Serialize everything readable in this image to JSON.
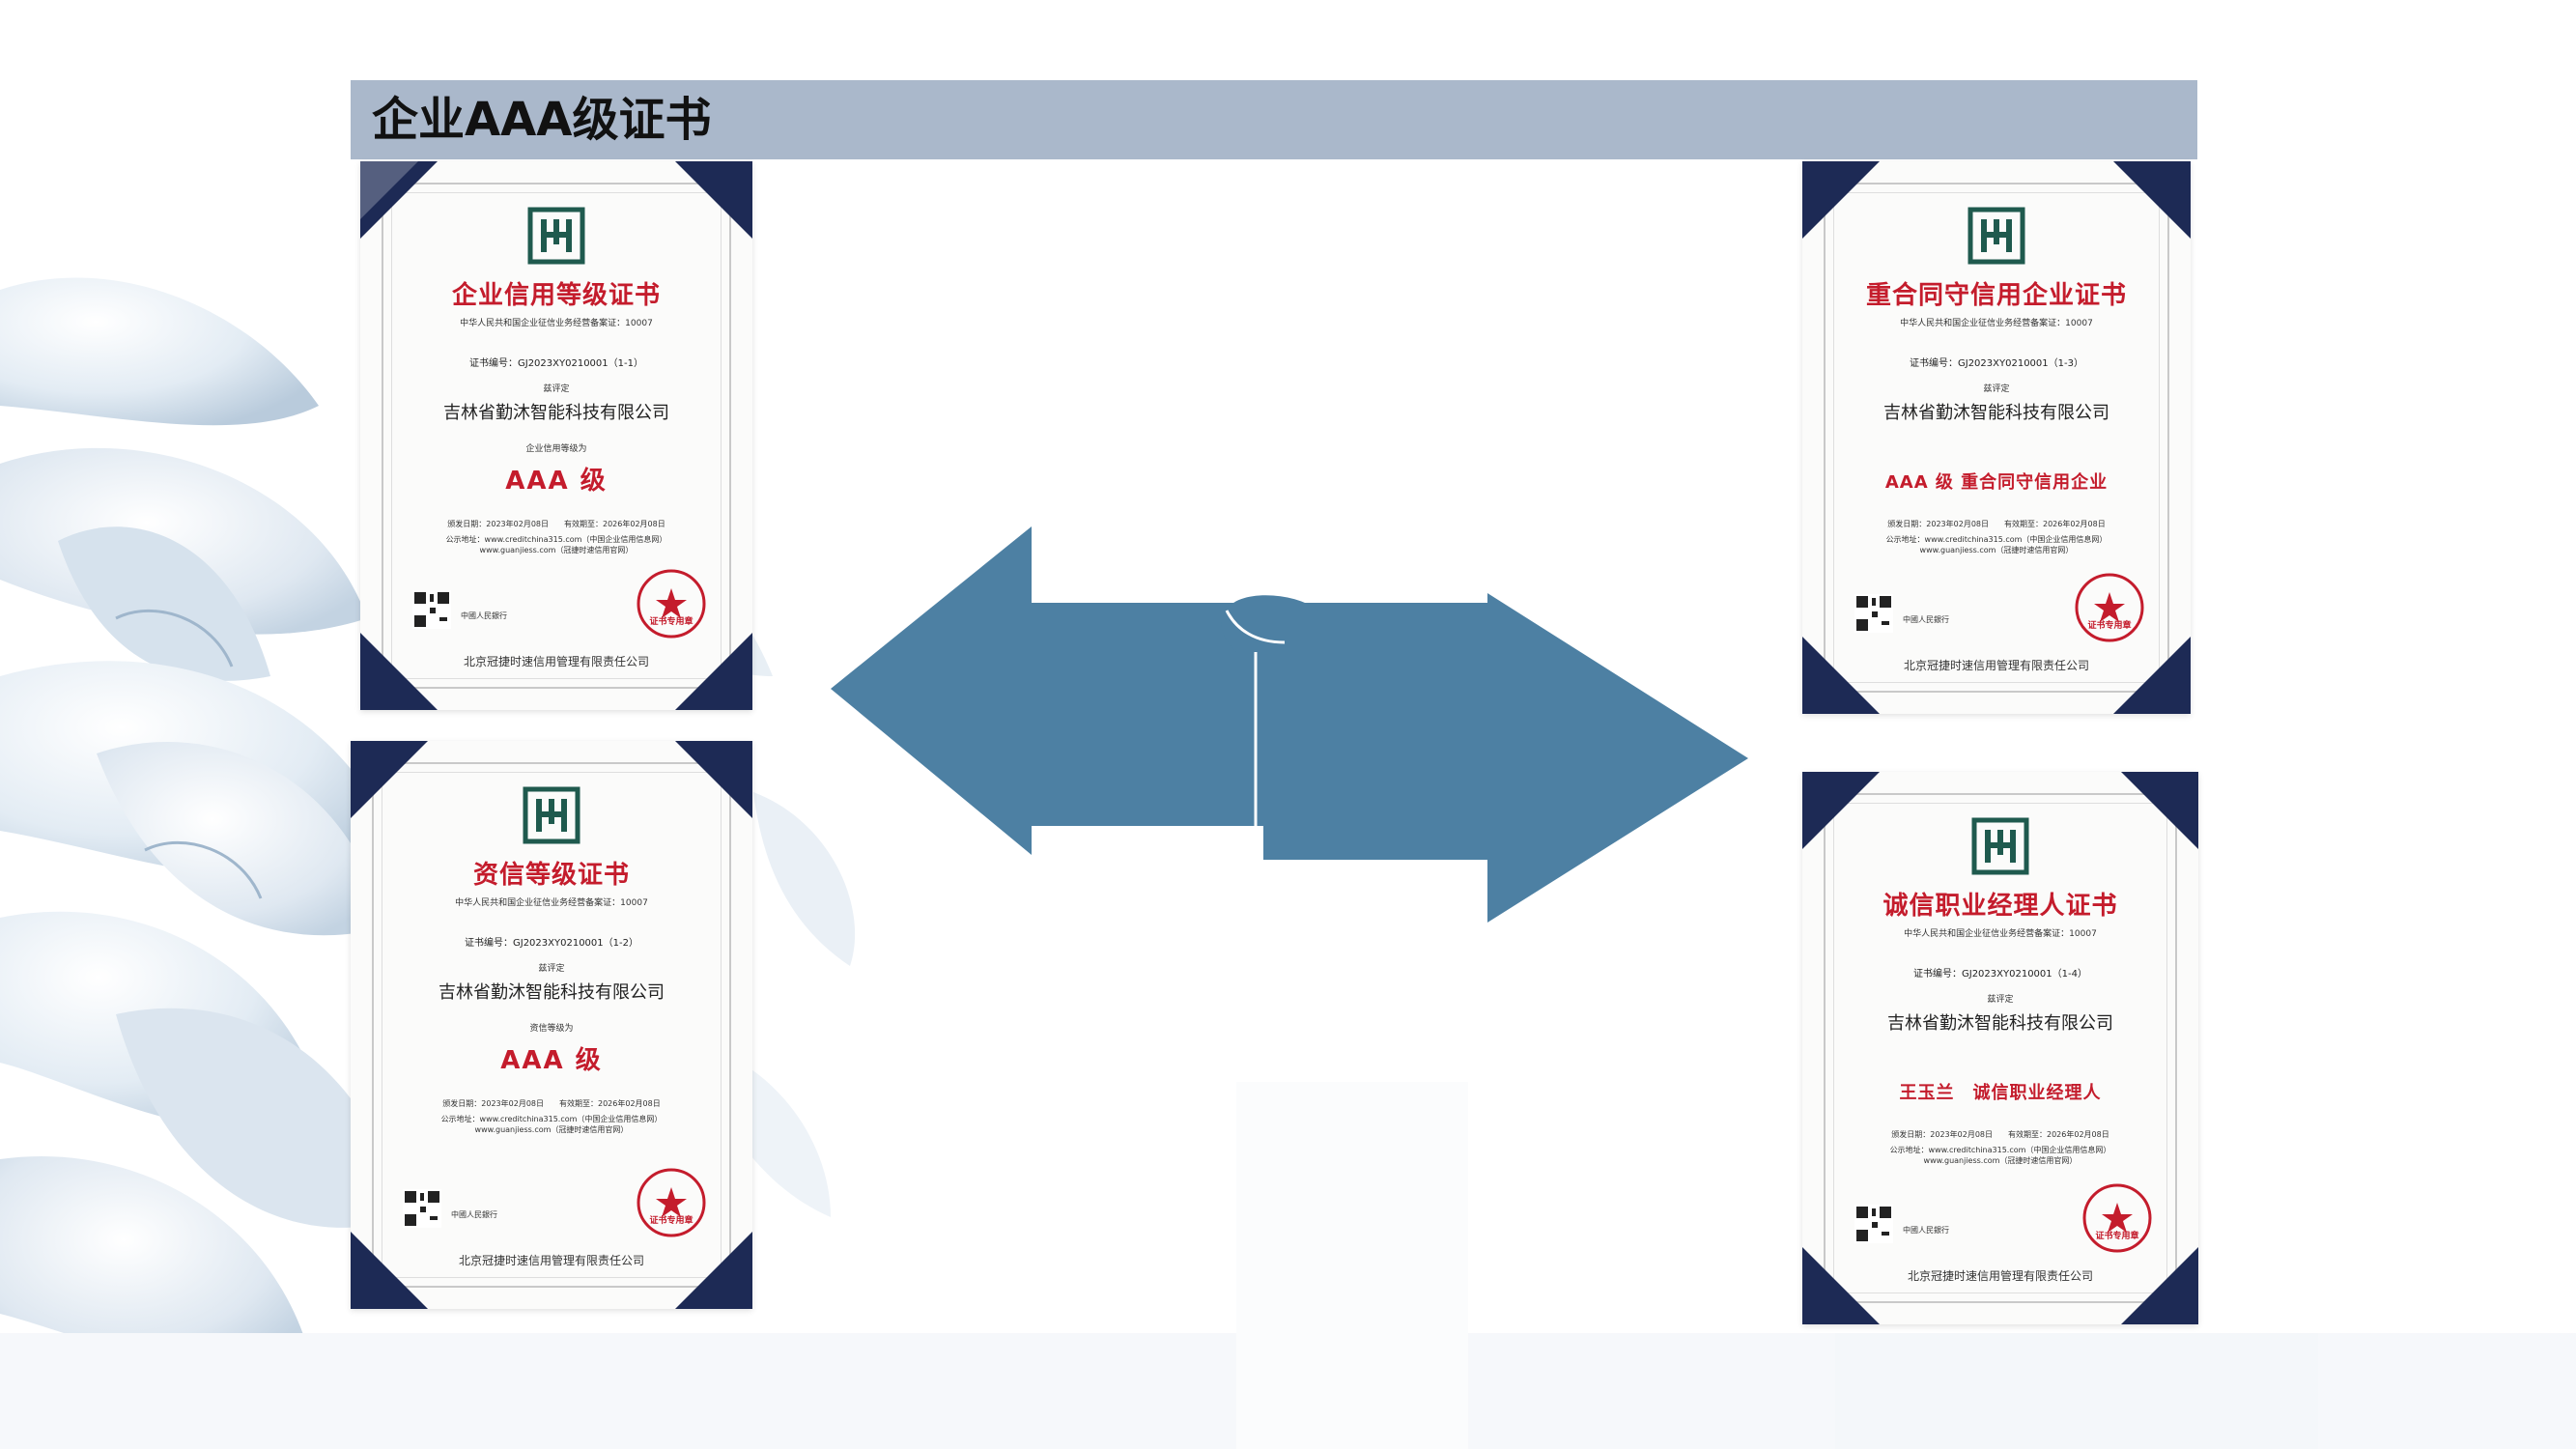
{
  "header": {
    "title": "企业AAA级证书"
  },
  "certificates": [
    {
      "title": "企业信用等级证书",
      "reg": "中华人民共和国企业征信业务经营备案证：10007",
      "number": "证书编号：GJ2023XY0210001（1-1）",
      "evaluated": "兹评定",
      "company": "吉林省勤沐智能科技有限公司",
      "grade_label": "企业信用等级为",
      "grade": "AAA 级",
      "dates": "颁发日期：2023年02月08日　　有效期至：2026年02月08日",
      "url": "公示地址：www.creditchina315.com（中国企业信用信息网）",
      "url2": "www.guanjiess.com（冠捷时速信用官网）",
      "bank": "中國人民銀行",
      "seal": "证书专用章",
      "issuer": "北京冠捷时速信用管理有限责任公司"
    },
    {
      "title": "资信等级证书",
      "reg": "中华人民共和国企业征信业务经营备案证：10007",
      "number": "证书编号：GJ2023XY0210001（1-2）",
      "evaluated": "兹评定",
      "company": "吉林省勤沐智能科技有限公司",
      "grade_label": "资信等级为",
      "grade": "AAA 级",
      "dates": "颁发日期：2023年02月08日　　有效期至：2026年02月08日",
      "url": "公示地址：www.creditchina315.com（中国企业信用信息网）",
      "url2": "www.guanjiess.com（冠捷时速信用官网）",
      "bank": "中國人民銀行",
      "seal": "证书专用章",
      "issuer": "北京冠捷时速信用管理有限责任公司"
    },
    {
      "title": "重合同守信用企业证书",
      "reg": "中华人民共和国企业征信业务经营备案证：10007",
      "number": "证书编号：GJ2023XY0210001（1-3）",
      "evaluated": "兹评定",
      "company": "吉林省勤沐智能科技有限公司",
      "grade_label": "",
      "grade": "AAA 级 重合同守信用企业",
      "dates": "颁发日期：2023年02月08日　　有效期至：2026年02月08日",
      "url": "公示地址：www.creditchina315.com（中国企业信用信息网）",
      "url2": "www.guanjiess.com（冠捷时速信用官网）",
      "bank": "中國人民銀行",
      "seal": "证书专用章",
      "issuer": "北京冠捷时速信用管理有限责任公司"
    },
    {
      "title": "诚信职业经理人证书",
      "reg": "中华人民共和国企业征信业务经营备案证：10007",
      "number": "证书编号：GJ2023XY0210001（1-4）",
      "evaluated": "兹评定",
      "company": "吉林省勤沐智能科技有限公司",
      "grade_label": "",
      "grade": "王玉兰　诚信职业经理人",
      "dates": "颁发日期：2023年02月08日　　有效期至：2026年02月08日",
      "url": "公示地址：www.creditchina315.com（中国企业信用信息网）",
      "url2": "www.guanjiess.com（冠捷时速信用官网）",
      "bank": "中國人民銀行",
      "seal": "证书专用章",
      "issuer": "北京冠捷时速信用管理有限责任公司"
    }
  ],
  "colors": {
    "header_bar": "#aab8cb",
    "arrow": "#4d80a3",
    "cert_red": "#c41c2c",
    "cert_corner": "#1d2a55",
    "logo_green": "#1f5a4e"
  }
}
